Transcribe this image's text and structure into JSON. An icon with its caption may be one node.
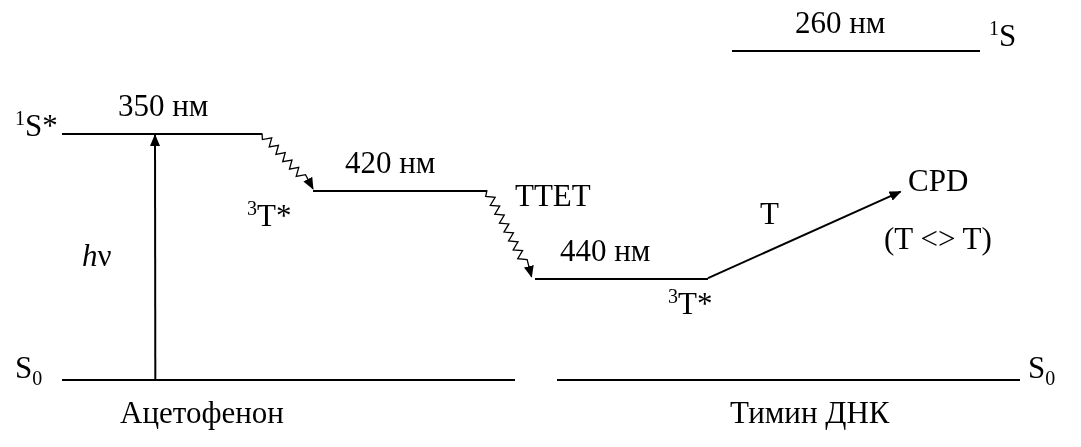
{
  "diagram": {
    "nodes": [
      {
        "text": [
          "Ацетофенон"
        ],
        "beside": [
          "S$_{0}$"
        ]
      },
      {
        "text": [
          "350 нм"
        ],
        "beside": [
          "$^{1}$S*"
        ]
      },
      {
        "text": [
          "420 нм"
        ],
        "beside": [
          "$^{3}$T*"
        ]
      },
      {
        "text": [
          "440 нм"
        ],
        "beside": [
          "$^{3}$T*"
        ]
      },
      {
        "text": [
          "260 нм"
        ],
        "beside": [
          "$^{1}$S"
        ]
      },
      {
        "text": [
          "Тимин ДНК"
        ],
        "beside": [
          "S$_{0}$"
        ]
      },
      {
        "text": [
          "CPD",
          "(T <> T)"
        ]
      }
    ],
    "edges": [
      {
        "from": 0,
        "to": 1,
        "arrow": "to",
        "label": "hν"
      },
      {
        "from": 1,
        "to": 2,
        "arrow": "to"
      },
      {
        "from": 2,
        "to": 3,
        "arrow": "to",
        "label": "TTET"
      },
      {
        "from": 3,
        "to": 6,
        "arrow": "to",
        "label": "T"
      }
    ]
  }
}
